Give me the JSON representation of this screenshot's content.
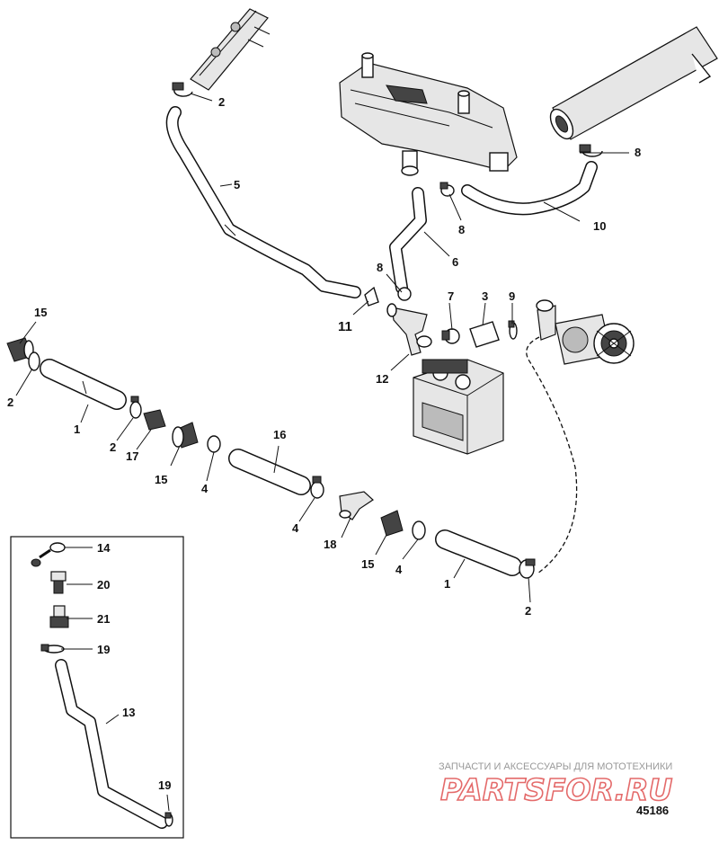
{
  "figure_number": "45186",
  "watermark": {
    "tagline": "ЗАПЧАСТИ И АКСЕССУАРЫ ДЛЯ МОТОТЕХНИКИ",
    "brand": "PARTSFOR.RU"
  },
  "callouts": {
    "c1": "2",
    "c2": "5",
    "c3": "8",
    "c4": "8",
    "c5": "10",
    "c6": "6",
    "c7": "8",
    "c8": "11",
    "c9": "7",
    "c10": "3",
    "c11": "9",
    "c12": "12",
    "c13": "15",
    "c14": "2",
    "c15": "1",
    "c16": "2",
    "c17": "17",
    "c18": "15",
    "c19": "4",
    "c20": "16",
    "c21": "4",
    "c22": "18",
    "c23": "15",
    "c24": "4",
    "c25": "1",
    "c26": "2",
    "c27": "14",
    "c28": "20",
    "c29": "21",
    "c30": "19",
    "c31": "13",
    "c32": "19"
  }
}
